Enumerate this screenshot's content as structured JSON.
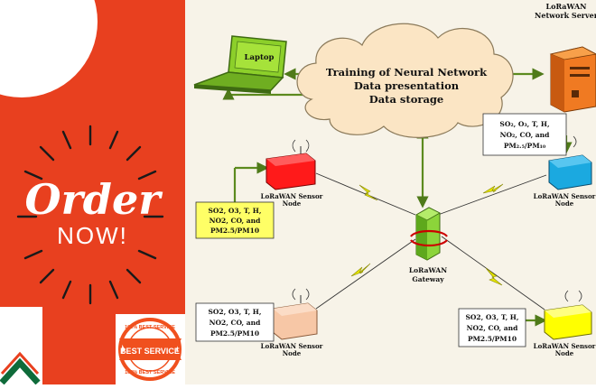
{
  "promo": {
    "order": "Order",
    "now": "NOW!",
    "badge_top": "100% BEST SERVICE",
    "badge_main": "BEST SERVICE",
    "badge_bottom": "100% BEST SERVICE"
  },
  "diagram": {
    "laptop": "Laptop",
    "cloud_lines": [
      "Training of Neural Network",
      "Data presentation",
      "Data storage"
    ],
    "server_label": [
      "LoRaWAN",
      "Network Server"
    ],
    "gateway_label": [
      "LoRaWAN",
      "Gateway"
    ],
    "sensor_label_1": "LoRaWAN Sensor",
    "sensor_label_2": "Node",
    "nodes": [
      {
        "lines": [
          "SO2, O3, T, H,",
          "NO2, CO, and",
          "PM2.5/PM10"
        ]
      },
      {
        "lines": [
          "SO2, O3, T, H,",
          "NO2, CO, and",
          "PM2.5/PM10"
        ]
      },
      {
        "lines": [
          "SO2, O3, T, H,",
          "NO2, CO, and",
          "PM2.5/PM10"
        ]
      },
      {
        "lines": [
          "SO₂, O₃, T, H,",
          "NO₂, CO, and",
          "PM₂.₅/PM₁₀"
        ]
      }
    ]
  },
  "colors": {
    "promo_red": "#e8401f",
    "node_red": "#ff1a1a",
    "node_blue": "#1ba9e0",
    "node_peach": "#f7c7a6",
    "node_yellow": "#ffff00",
    "gateway_green": "#8cd43a",
    "server_orange": "#f07a22",
    "link_green": "#5c8a1e",
    "wireless_yellow": "#e6e600"
  }
}
